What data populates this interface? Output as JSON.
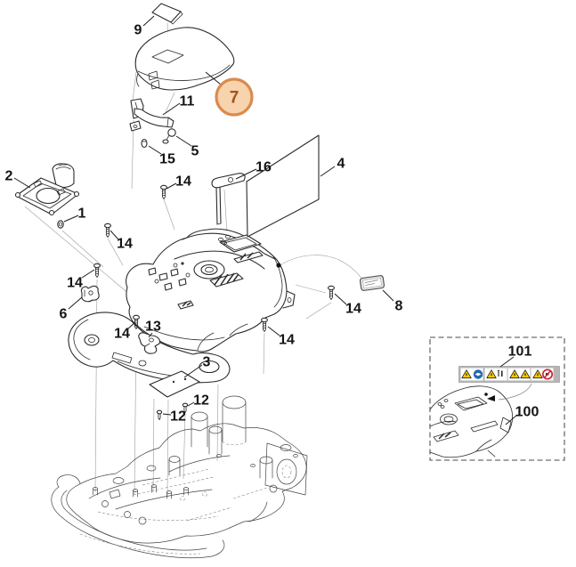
{
  "diagram": {
    "type": "exploded-parts-diagram",
    "background_color": "#ffffff",
    "line_color": "#2b2b2b",
    "callouts": {
      "c1": "1",
      "c2": "2",
      "c3": "3",
      "c4": "4",
      "c5": "5",
      "c6": "6",
      "c7": "7",
      "c8": "8",
      "c9": "9",
      "c11": "11",
      "c12": "12",
      "c13": "13",
      "c14": "14",
      "c15": "15",
      "c16": "16",
      "c100": "100",
      "c101": "101"
    },
    "highlight": {
      "part": "7",
      "ring_color": "#db8a4c",
      "fill_color": "#f7d3ae",
      "text_color": "#a4511c"
    },
    "inset": {
      "warning_icons": [
        "warning-triangle-icon",
        "read-manual-icon",
        "warning-triangle-icon",
        "keep-distance-icon",
        "warning-triangle-icon",
        "warning-triangle-icon",
        "warning-triangle-icon",
        "prohibition-icon"
      ],
      "warning_icon_colors": {
        "triangle": "#ffcc00",
        "manual": "#2068b4",
        "prohibition": "#cf2030",
        "strip_background": "#b5b5b5"
      }
    }
  }
}
